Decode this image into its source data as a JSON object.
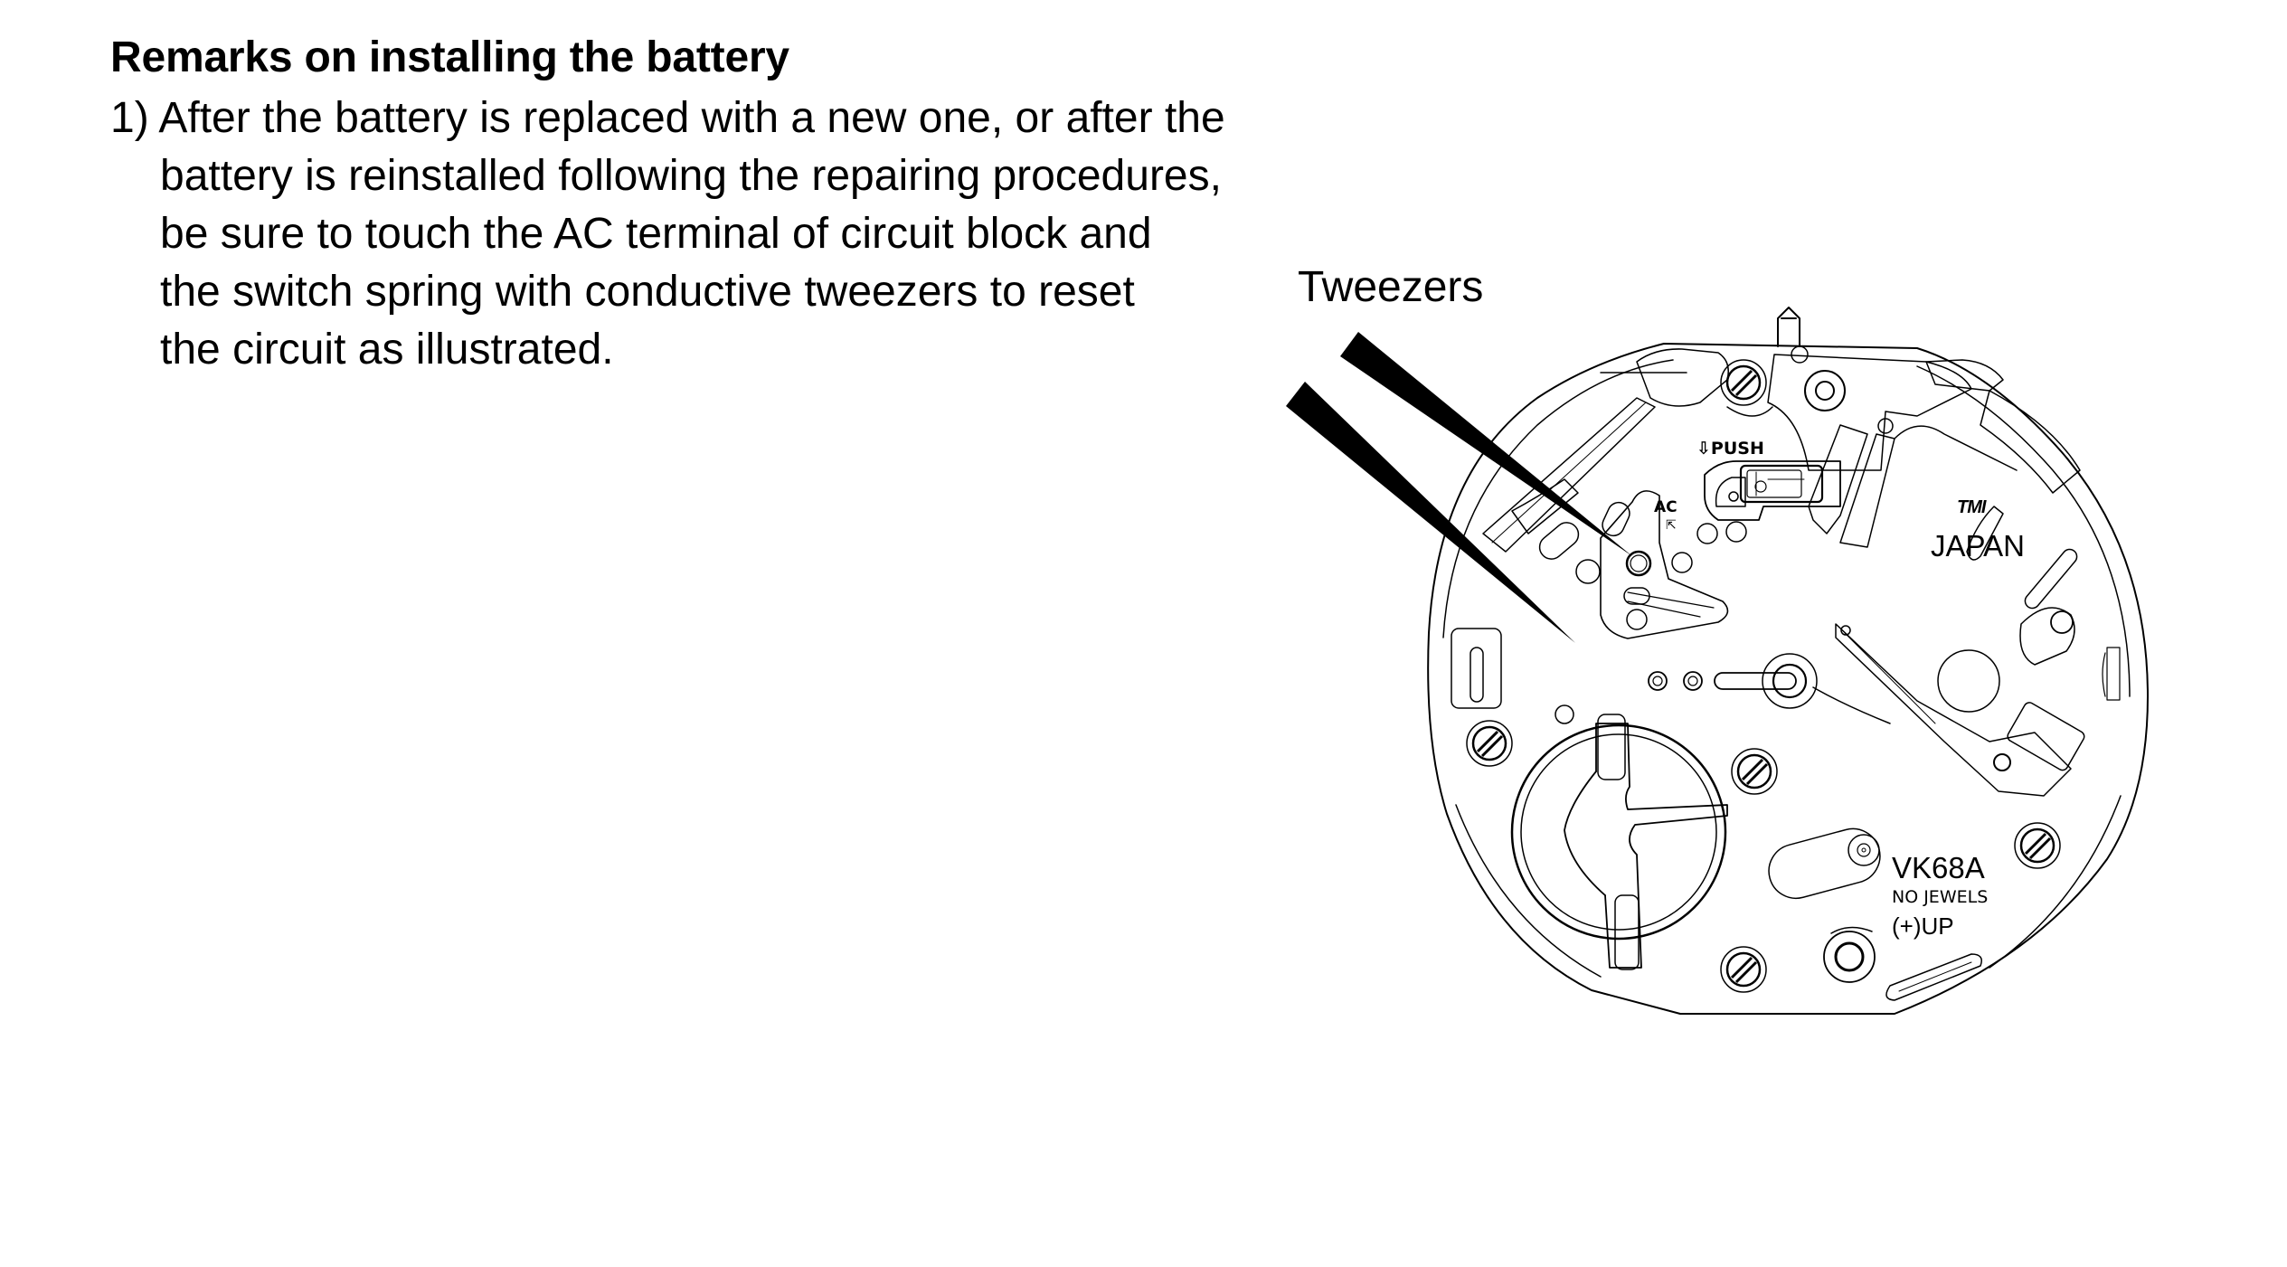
{
  "document": {
    "heading": "Remarks on installing the battery",
    "instruction": {
      "number": "1)",
      "lines": [
        "1) After the battery is replaced with a new one, or after the",
        "battery is reinstalled following the repairing procedures,",
        "be sure to touch the AC terminal of circuit block and",
        "the switch spring with conductive tweezers to reset",
        "the circuit as illustrated."
      ]
    }
  },
  "figure": {
    "callout": "Tweezers",
    "movement_labels": {
      "push": "⇩PUSH",
      "ac": "AC",
      "ac_arrow": "⇱",
      "brand": "TMI",
      "origin": "JAPAN",
      "caliber": "VK68A",
      "jewels": "NO JEWELS",
      "polarity": "(+)UP"
    },
    "icons": [
      "tweezers-icon",
      "watch-movement-diagram",
      "battery-icon",
      "screw-icon",
      "crown-stem-icon"
    ]
  }
}
